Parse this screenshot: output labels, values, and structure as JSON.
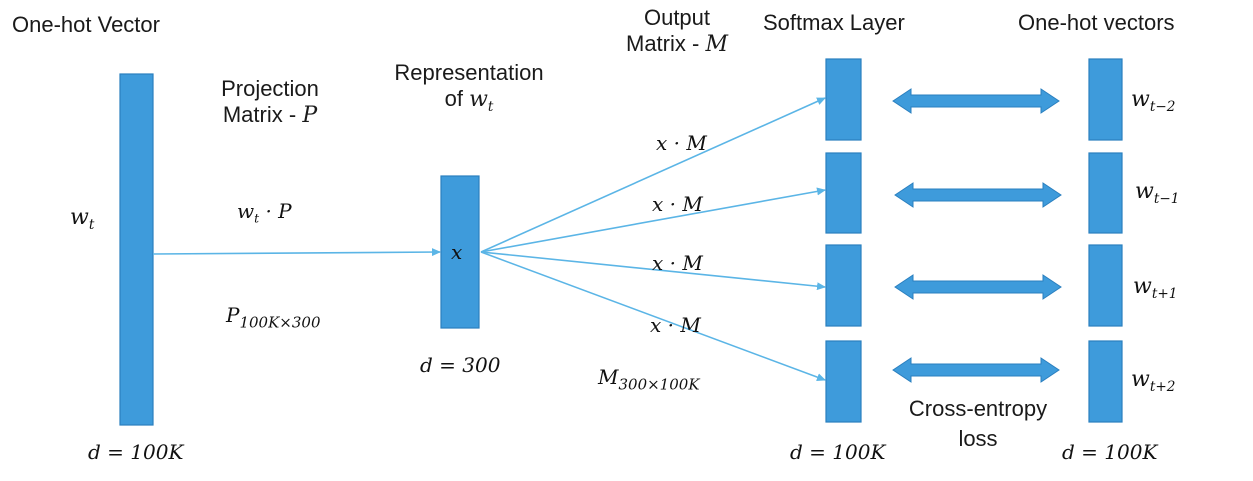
{
  "labels": {
    "one_hot_vector": "One-hot Vector",
    "projection_line1": "Projection",
    "projection_line2": "Matrix - ",
    "projection_var": "P",
    "representation_line1": "Representation",
    "representation_line2": "of ",
    "output_line1": "Output",
    "output_line2": "Matrix - ",
    "output_var": "M",
    "softmax_layer": "Softmax Layer",
    "one_hot_vectors": "One-hot vectors",
    "cross_entropy_line1": "Cross-entropy",
    "cross_entropy_line2": "loss"
  },
  "math": {
    "w": "w",
    "t": "t",
    "wt_dot_p": "· P",
    "p": "P",
    "p_sub": "100K×300",
    "x": "x",
    "x_dot_m": "x · M",
    "m": "M",
    "m_sub": "300×100K",
    "d_input": "d = 100K",
    "d_hidden": "d = 300",
    "d_softmax": "d = 100K",
    "d_targets": "d = 100K",
    "targets": [
      "t−2",
      "t−1",
      "t+1",
      "t+2"
    ]
  },
  "colors": {
    "box_fill": "#3E9BDB",
    "box_stroke": "#2A7FBF",
    "line": "#5BB5E6",
    "double_arrow": "#3E9BDB",
    "double_arrow_stroke": "#2A7FBF"
  }
}
